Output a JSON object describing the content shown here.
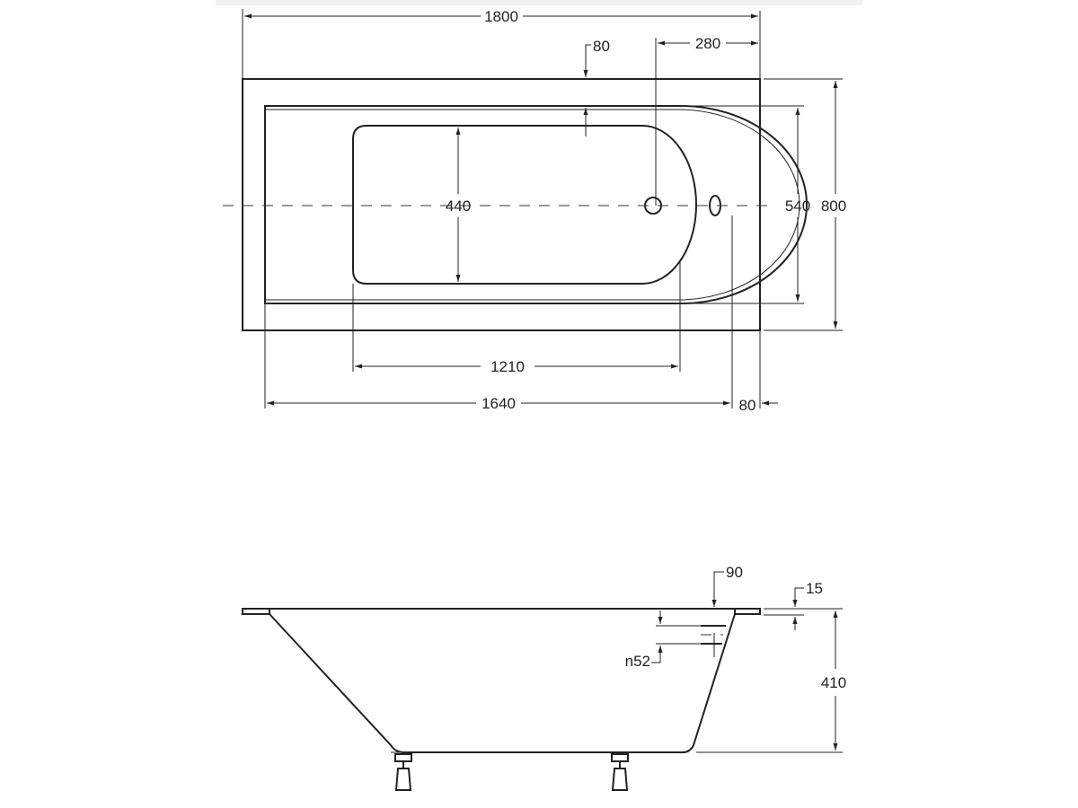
{
  "drawing": {
    "top_view": {
      "overall_length": "1800",
      "overall_width": "800",
      "rim_front": "80",
      "drain_offset": "280",
      "inner_width": "440",
      "basin_width": "540",
      "inner_length": "1210",
      "basin_length": "1640",
      "rim_end": "80"
    },
    "side_view": {
      "rim_depth": "90",
      "rim_thickness": "15",
      "overflow_diameter": "n52",
      "height": "410"
    }
  }
}
